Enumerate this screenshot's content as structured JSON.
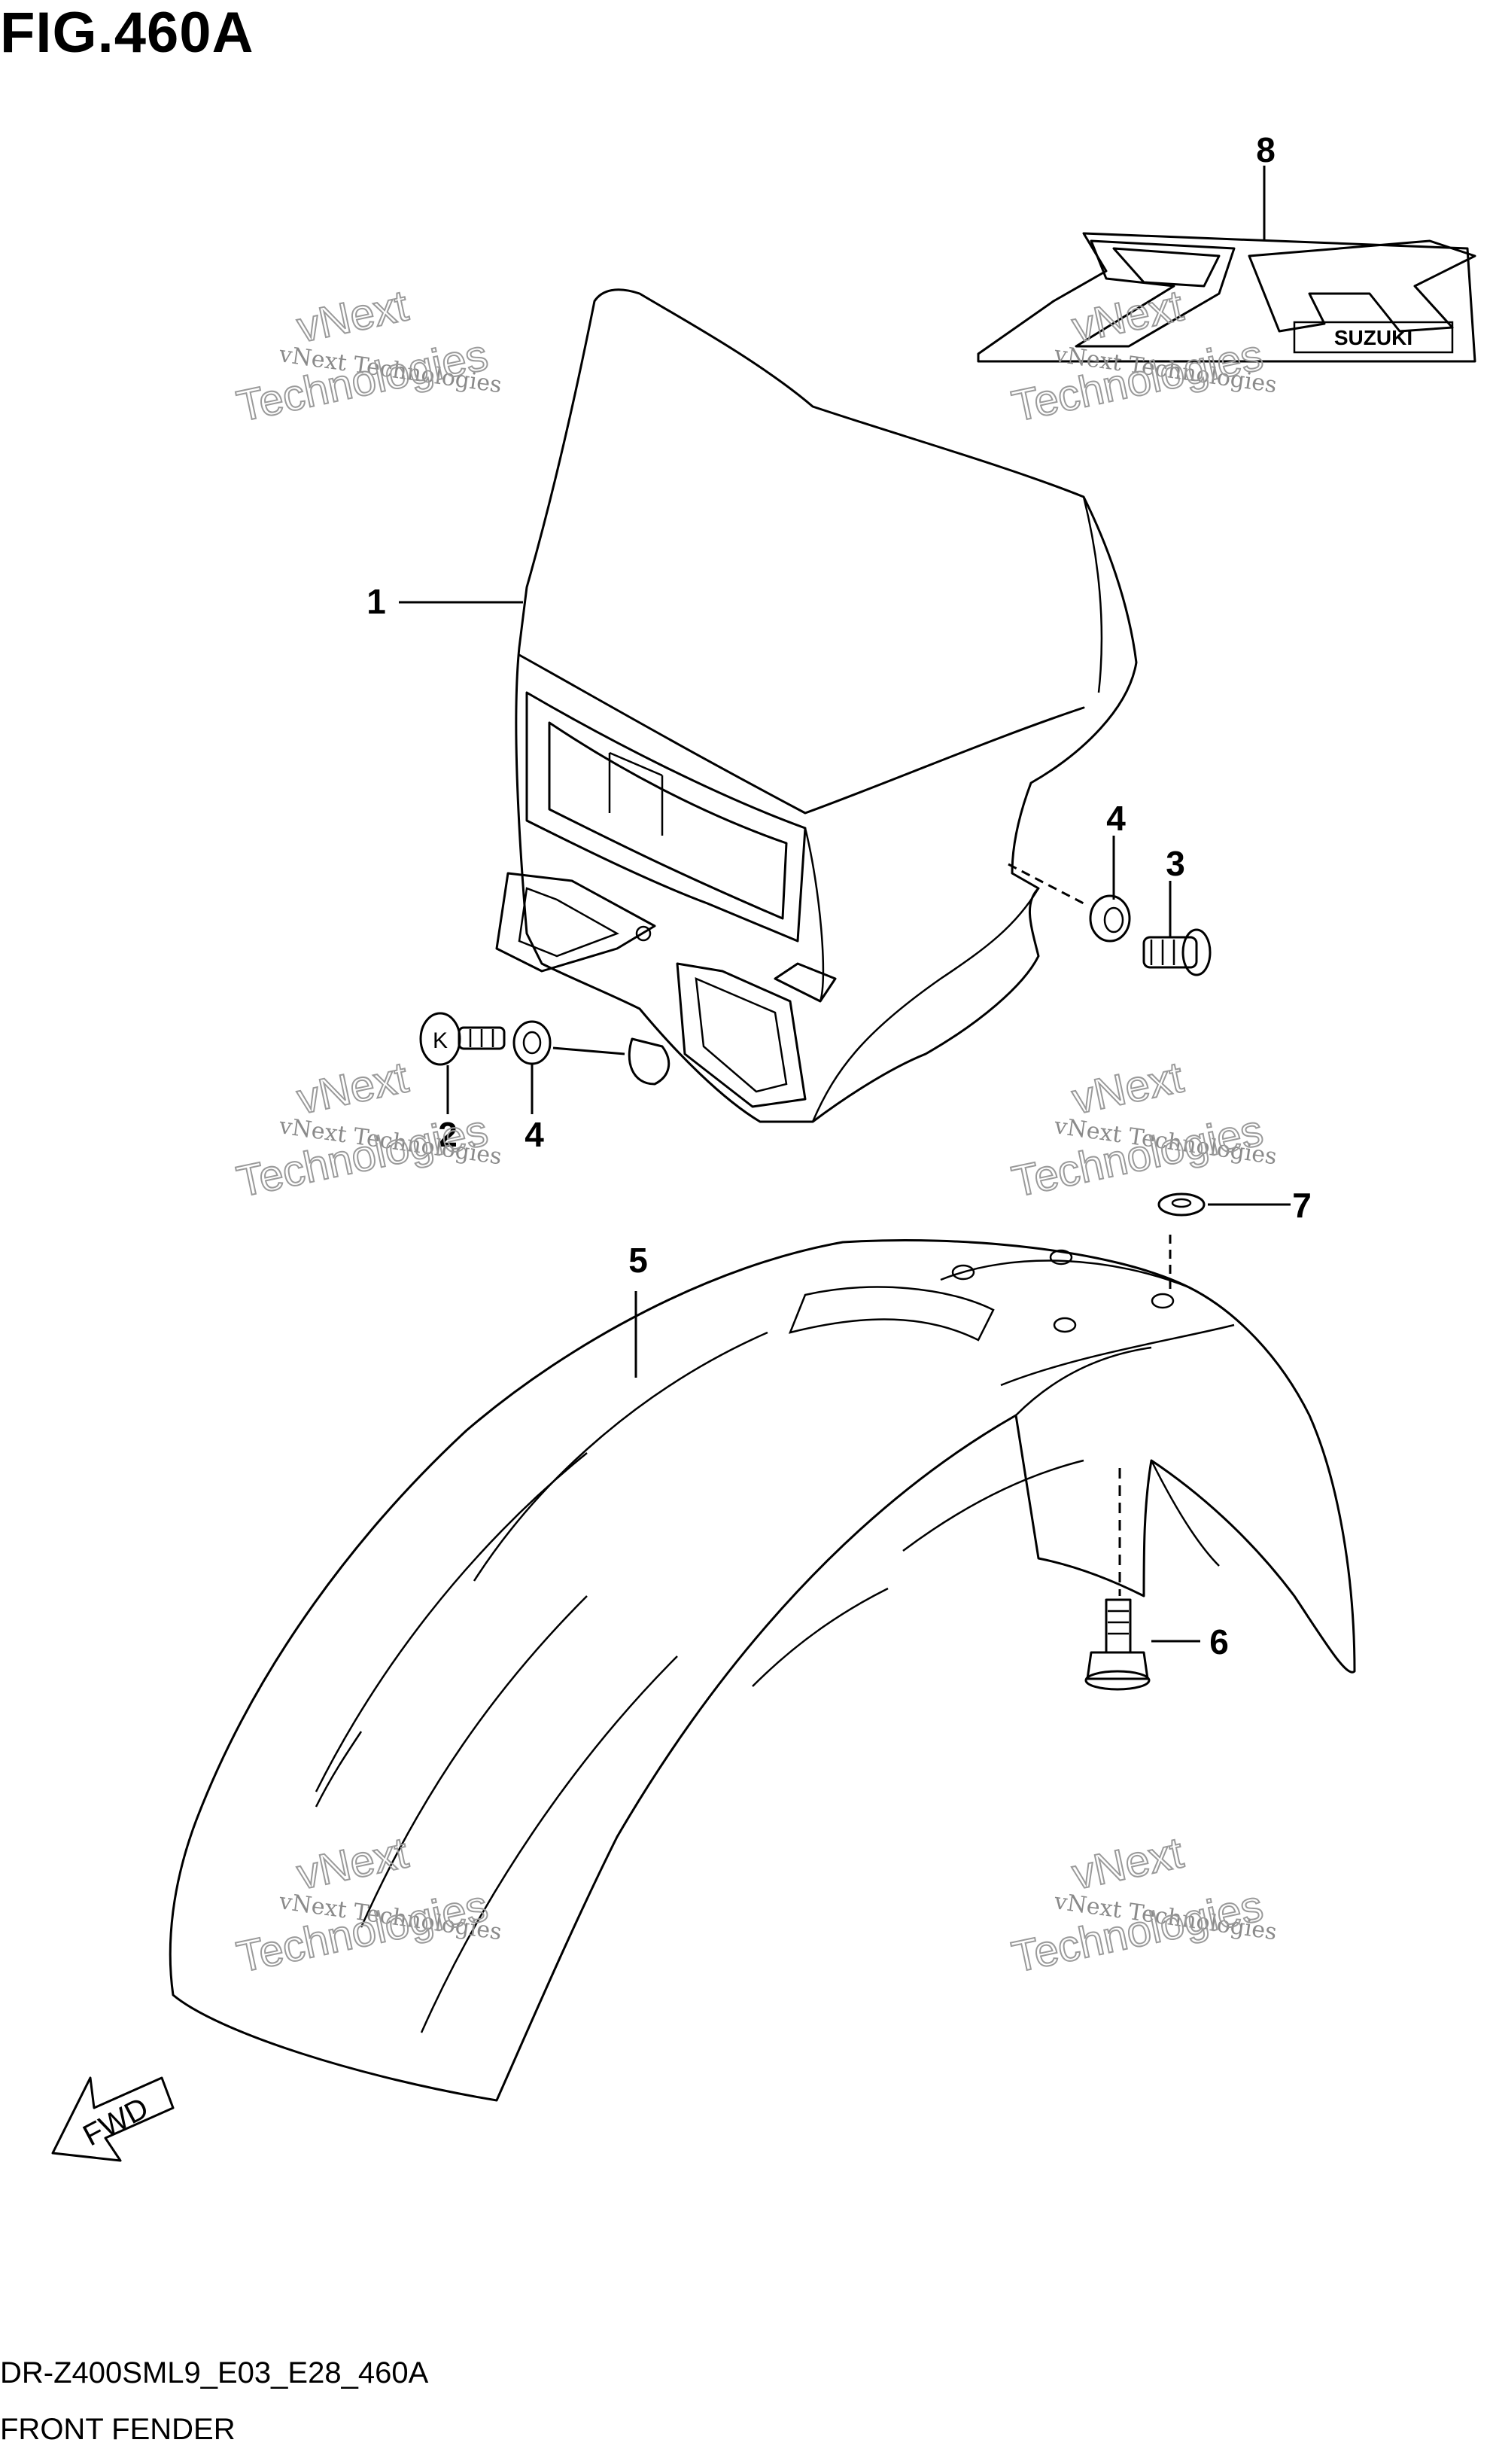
{
  "figure": {
    "title": "FIG.460A",
    "code": "DR-Z400SML9_E03_E28_460A",
    "caption": "FRONT FENDER"
  },
  "callouts": [
    "1",
    "2",
    "3",
    "4",
    "4",
    "5",
    "6",
    "7",
    "8"
  ],
  "decal": {
    "brand": "SUZUKI"
  },
  "fwd_label": "FWD",
  "watermark": {
    "line1": "vNext Technologies",
    "line2": "Technologies",
    "line3": "vNext"
  }
}
